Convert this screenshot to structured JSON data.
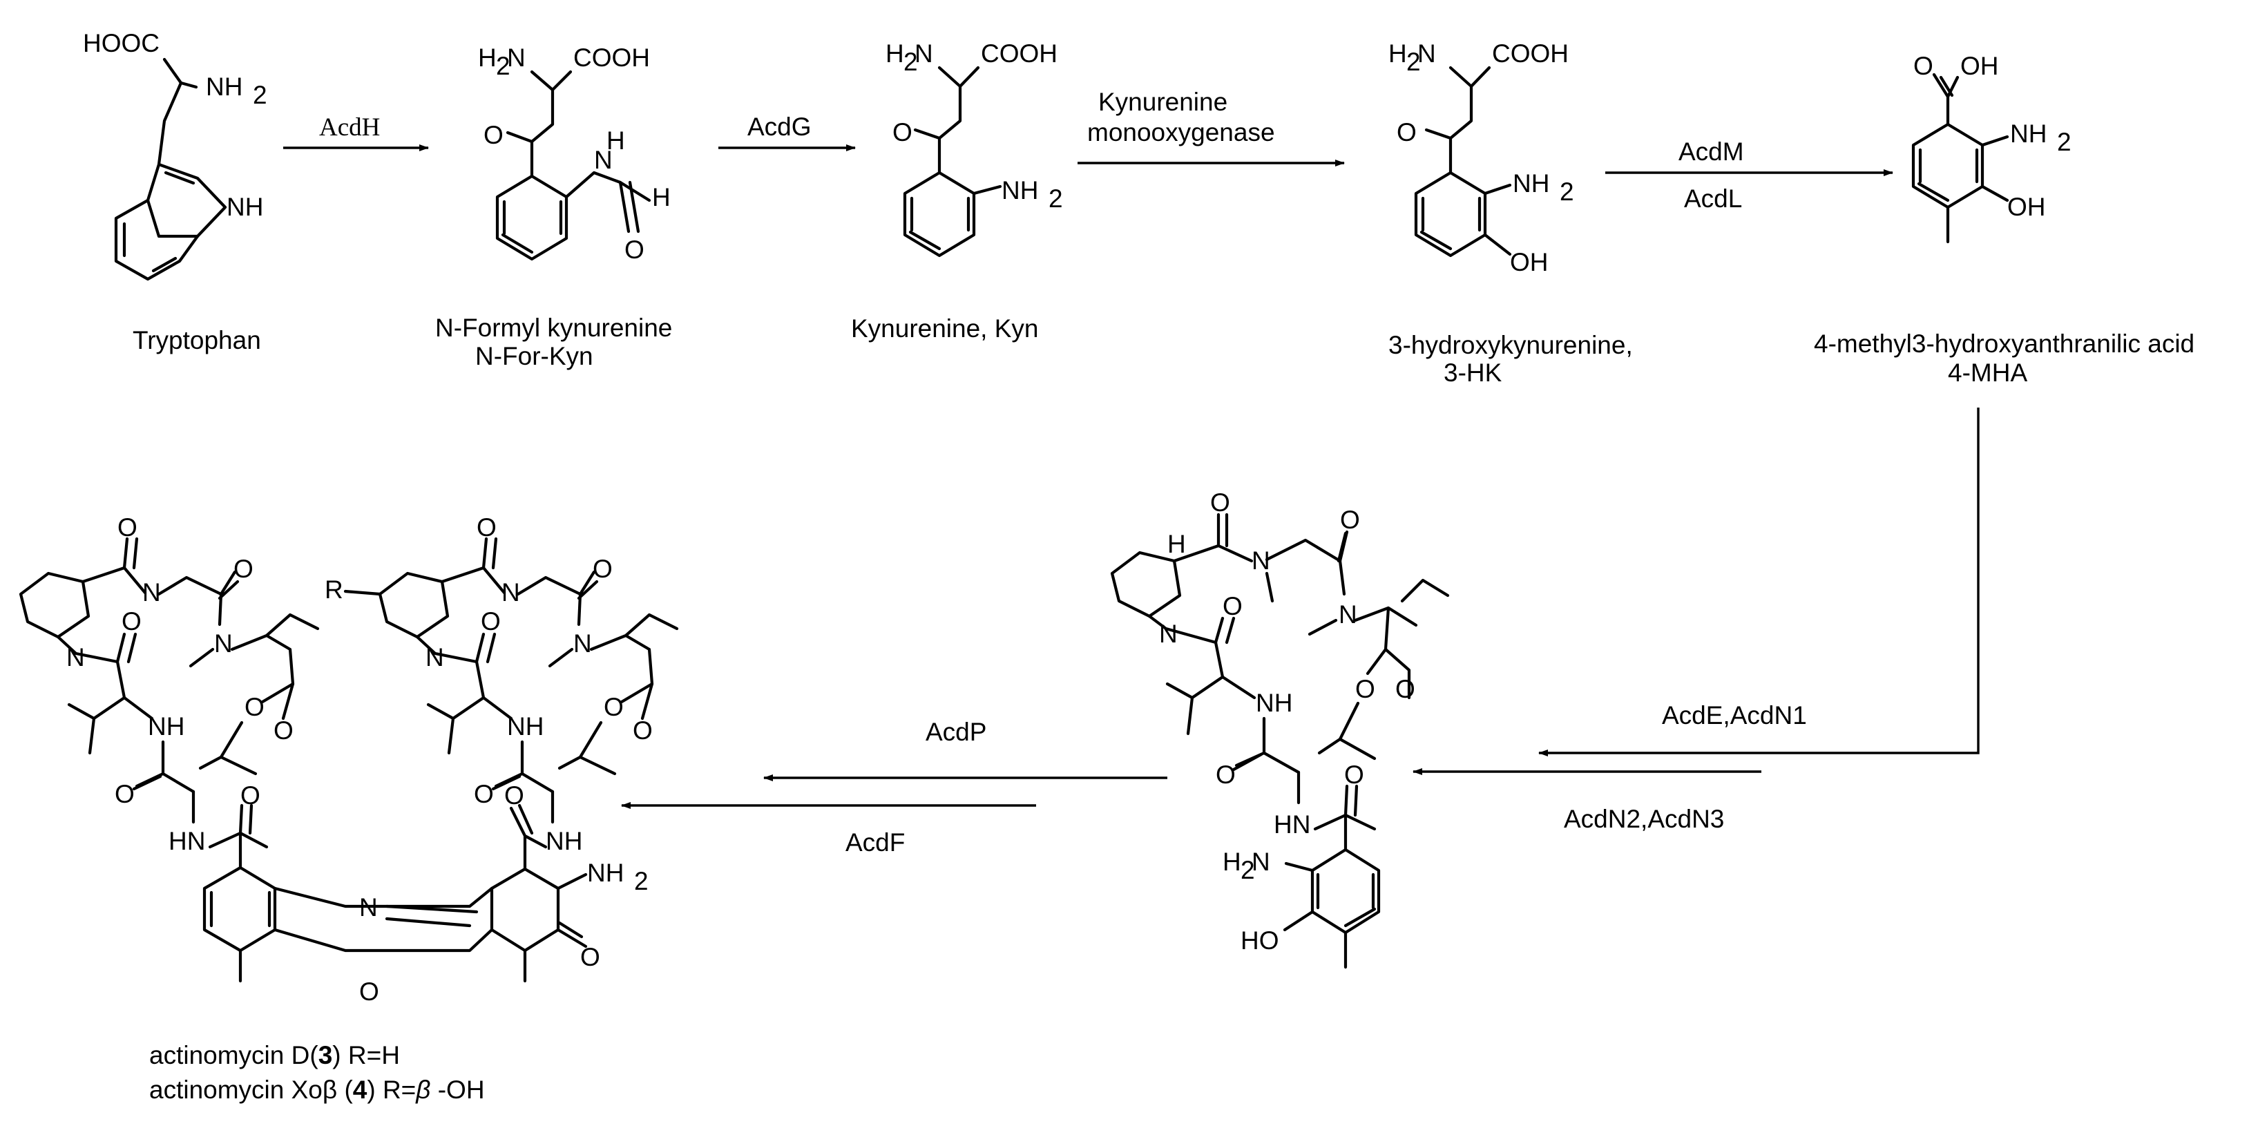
{
  "compounds": {
    "tryptophan": {
      "name": "Tryptophan"
    },
    "n_for_kyn": {
      "name": "N-Formyl kynurenine",
      "abbr": "N-For-Kyn"
    },
    "kyn": {
      "name": "Kynurenine, Kyn"
    },
    "three_hk": {
      "name": "3-hydroxykynurenine,",
      "abbr": "3-HK"
    },
    "four_mha": {
      "name": "4-methyl3-hydroxyanthranilic acid",
      "abbr": "4-MHA"
    },
    "actinomycin": {
      "line1": {
        "pre": "actinomycin D(",
        "num": "3",
        "post": ") R=H"
      },
      "line2": {
        "pre": "actinomycin Xoβ  (",
        "num": "4",
        "post": ")  R=",
        "beta": "β",
        "tail": " -OH"
      }
    }
  },
  "enzymes": {
    "acdH": "AcdH",
    "acdG": "AcdG",
    "kmo_1": "Kynurenine",
    "kmo_2": "monooxygenase",
    "acdM": "AcdM",
    "acdL": "AcdL",
    "acdE_N1": "AcdE,AcdN1",
    "acdN2_N3": "AcdN2,AcdN3",
    "acdP": "AcdP",
    "acdF": "AcdF"
  },
  "atoms": {
    "HOOC": "HOOC",
    "NH2": "NH",
    "sub2": "2",
    "NH": "NH",
    "N": "N",
    "H": "H",
    "O": "O",
    "OH": "OH",
    "HO": "HO",
    "HN": "HN",
    "COOH": "COOH",
    "H2N_H": "H",
    "H2N_2": "2",
    "H2N_N": "N",
    "R": "R"
  }
}
